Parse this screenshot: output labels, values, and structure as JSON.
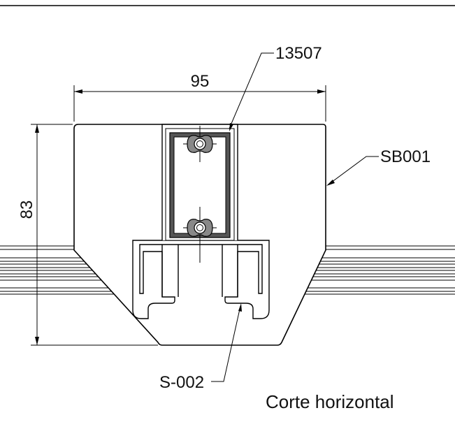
{
  "drawing": {
    "dimensions": {
      "width": "95",
      "height": "83"
    },
    "callouts": {
      "tube": "13507",
      "body": "SB001",
      "rail": "S-002"
    },
    "caption": "Corte horizontal"
  }
}
